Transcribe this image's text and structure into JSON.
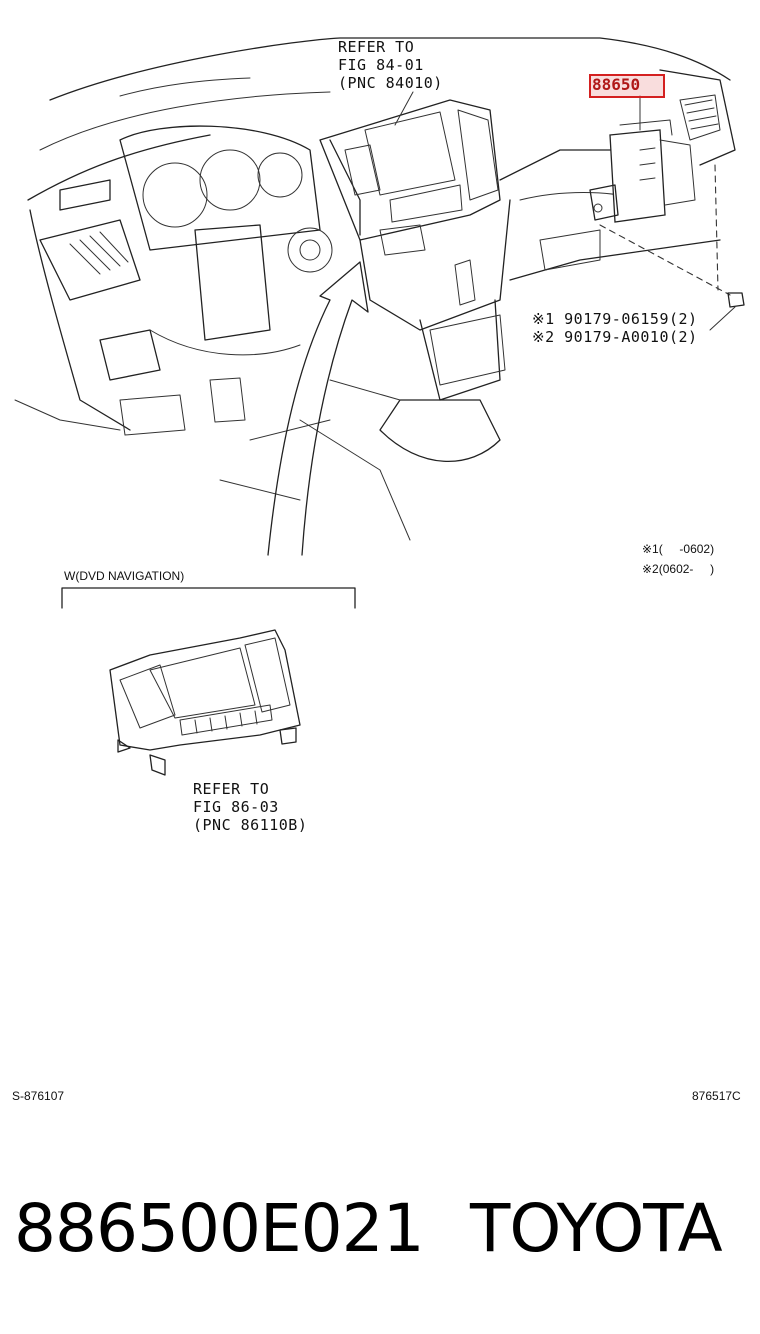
{
  "labels": {
    "refer_fig_84": [
      "REFER TO",
      "FIG 84-01",
      "(PNC 84010)"
    ],
    "highlighted_part": "88650",
    "bolts": [
      "※1 90179-06159(2)",
      "※2 90179-A0010(2)"
    ],
    "notes": [
      "※1(     -0602)",
      "※2(0602-     )"
    ],
    "variant": "W(DVD NAVIGATION)",
    "refer_fig_86": [
      "REFER TO",
      "FIG 86-03",
      "(PNC 86110B)"
    ]
  },
  "footer": {
    "left_code": "S-876107",
    "right_code": "876517C"
  },
  "caption": {
    "part_number": "886500E021",
    "brand": "TOYOTA"
  }
}
